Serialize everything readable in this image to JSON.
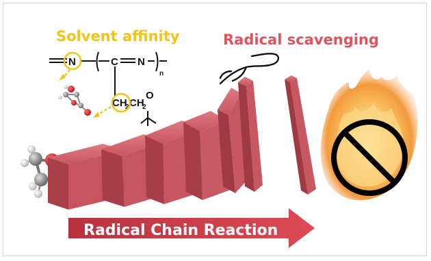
{
  "labels": {
    "solvent_affinity": "Solvent affinity",
    "radical_scavenging": "Radical scavenging",
    "chain_reaction": "Radical Chain Reaction"
  },
  "polymer": {
    "n1": "N",
    "c": "C",
    "n2": "N",
    "repeat": "n",
    "ch2_a": "CH",
    "ch2_a_sub": "2",
    "ch2_b": "CH",
    "ch2_b_sub": "2",
    "o": "O"
  },
  "colors": {
    "yellow": "#f2c318",
    "red": "#e0525c",
    "domino": "#c9555f",
    "fire": "#f7a43b"
  },
  "icons": [
    "hand-icon",
    "no-symbol-icon",
    "fire-icon",
    "molecule-icon"
  ]
}
